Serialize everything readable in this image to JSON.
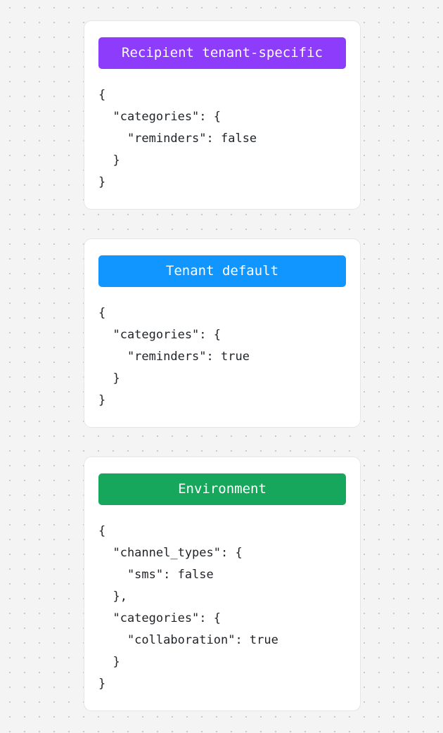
{
  "page": {
    "background_color": "#f4f4f4",
    "dot_color": "#c9c9c9",
    "card_background": "#ffffff",
    "card_border_color": "#e6e6e6",
    "code_text_color": "#1f2328"
  },
  "cards": [
    {
      "badge_label": "Recipient tenant-specific",
      "badge_color": "#8c3cfa",
      "code": "{\n  \"categories\": {\n    \"reminders\": false\n  }\n}"
    },
    {
      "badge_label": "Tenant default",
      "badge_color": "#1196ff",
      "code": "{\n  \"categories\": {\n    \"reminders\": true\n  }\n}"
    },
    {
      "badge_label": "Environment",
      "badge_color": "#16a75d",
      "code": "{\n  \"channel_types\": {\n    \"sms\": false\n  },\n  \"categories\": {\n    \"collaboration\": true\n  }\n}"
    }
  ]
}
